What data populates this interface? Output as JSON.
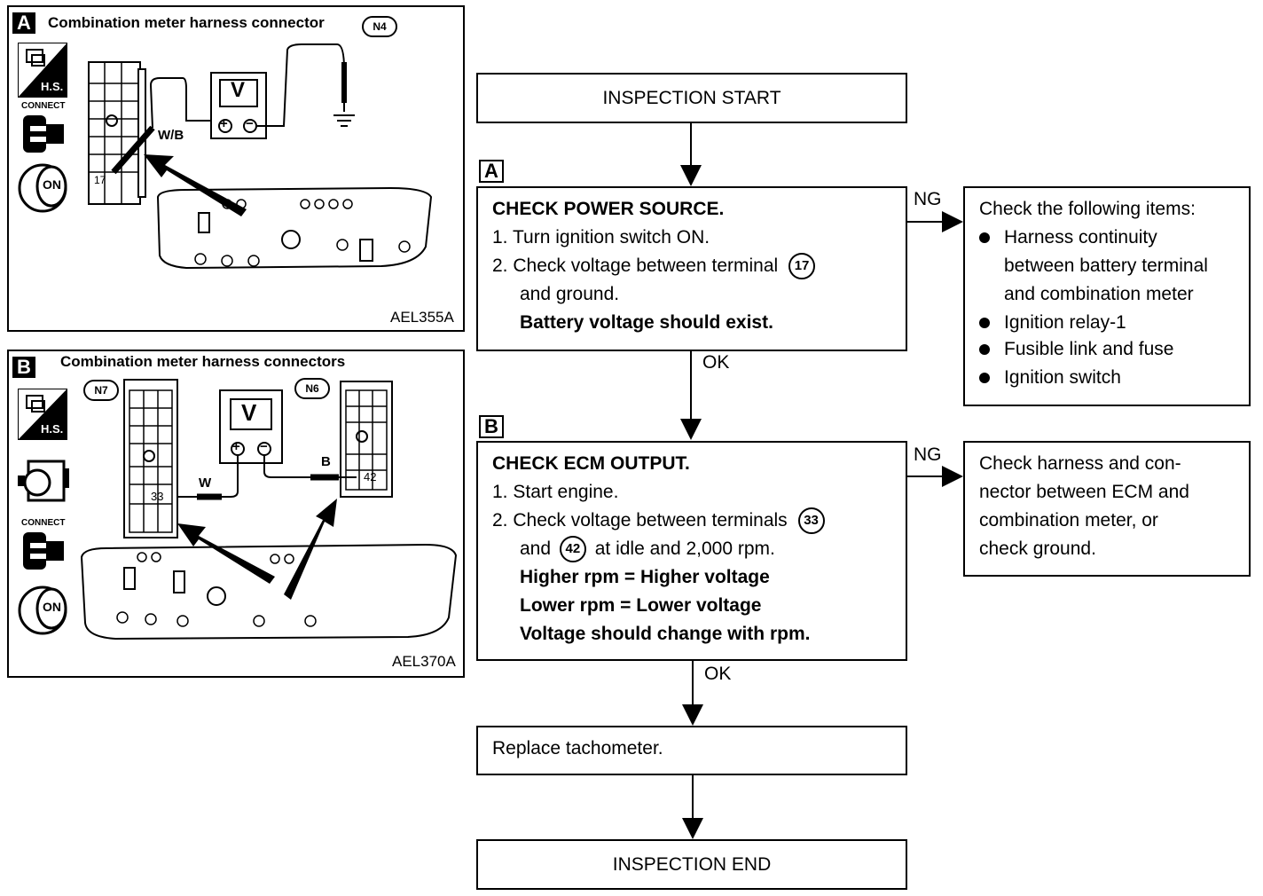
{
  "panel_a": {
    "tag": "A",
    "title": "Combination meter harness connector",
    "connector_id": "N4",
    "hs_label": "H.S.",
    "connect_label": "CONNECT",
    "on_label": "ON",
    "voltmeter": "V",
    "plus": "+",
    "minus": "−",
    "wire_label": "W/B",
    "terminal": "17",
    "figure_code": "AEL355A"
  },
  "panel_b": {
    "tag": "B",
    "title": "Combination meter harness connectors",
    "connector_left": "N7",
    "connector_right": "N6",
    "hs_label": "H.S.",
    "connect_label": "CONNECT",
    "on_label": "ON",
    "voltmeter": "V",
    "plus": "+",
    "minus": "−",
    "wire_left": "W",
    "wire_right": "B",
    "terminal_left": "33",
    "terminal_right": "42",
    "figure_code": "AEL370A"
  },
  "flow": {
    "start": "INSPECTION START",
    "step_a": {
      "tag": "A",
      "title": "CHECK POWER SOURCE.",
      "l1": "1.  Turn ignition switch ON.",
      "l2": "2.  Check voltage between terminal",
      "l2_term": "17",
      "l3": "and ground.",
      "l4": "Battery voltage should exist."
    },
    "ng1": "NG",
    "ok1": "OK",
    "ng_a": {
      "title": "Check the following items:",
      "items": [
        "Harness continuity",
        "between battery terminal",
        "and combination meter",
        "Ignition relay-1",
        "Fusible link and fuse",
        "Ignition switch"
      ]
    },
    "step_b": {
      "tag": "B",
      "title": "CHECK ECM OUTPUT.",
      "l1": "1.  Start engine.",
      "l2": "2.  Check voltage between terminals",
      "l2_term": "33",
      "l3_pre": "and",
      "l3_term": "42",
      "l3_post": "at idle and 2,000 rpm.",
      "l4": "Higher rpm = Higher voltage",
      "l5": "Lower rpm = Lower voltage",
      "l6": "Voltage should change with rpm."
    },
    "ng2": "NG",
    "ok2": "OK",
    "ng_b": {
      "l1": "Check harness and con-",
      "l2": "nector between ECM and",
      "l3": "combination meter, or",
      "l4": "check ground."
    },
    "replace": "Replace tachometer.",
    "end": "INSPECTION END"
  }
}
